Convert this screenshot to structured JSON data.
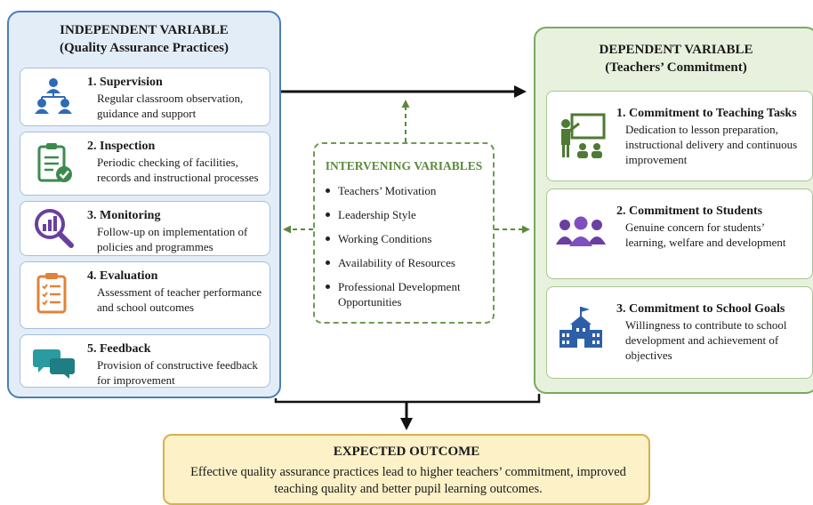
{
  "independent": {
    "title": "INDEPENDENT VARIABLE",
    "subtitle": "(Quality Assurance Practices)",
    "items": [
      {
        "title": "1. Supervision",
        "desc": "Regular classroom observation, guidance and support",
        "icon": "people-hierarchy-icon"
      },
      {
        "title": "2. Inspection",
        "desc": "Periodic checking of facilities, records and instructional processes",
        "icon": "clipboard-check-icon"
      },
      {
        "title": "3. Monitoring",
        "desc": "Follow-up on implementation of policies and programmes",
        "icon": "magnifier-chart-icon"
      },
      {
        "title": "4. Evaluation",
        "desc": "Assessment of teacher performance and school outcomes",
        "icon": "checklist-icon"
      },
      {
        "title": "5. Feedback",
        "desc": "Provision of constructive feedback for improvement",
        "icon": "speech-bubbles-icon"
      }
    ]
  },
  "dependent": {
    "title": "DEPENDENT VARIABLE",
    "subtitle": "(Teachers’ Commitment)",
    "items": [
      {
        "title": "1. Commitment to Teaching Tasks",
        "desc": "Dedication to lesson preparation, instructional delivery and continuous improvement",
        "icon": "teacher-board-icon"
      },
      {
        "title": "2. Commitment to Students",
        "desc": "Genuine concern for students’ learning, welfare and development",
        "icon": "students-group-icon"
      },
      {
        "title": "3. Commitment to School Goals",
        "desc": "Willingness to contribute to school development and achievement of objectives",
        "icon": "school-building-icon"
      }
    ]
  },
  "intervening": {
    "title": "INTERVENING VARIABLES",
    "items": [
      "Teachers’ Motivation",
      "Leadership Style",
      "Working Conditions",
      "Availability of Resources",
      "Professional Development Opportunities"
    ]
  },
  "outcome": {
    "title": "EXPECTED OUTCOME",
    "text": "Effective quality assurance practices lead to higher teachers’ commitment, improved teaching quality and better pupil learning outcomes."
  },
  "colors": {
    "independent_border": "#4a7ebb",
    "dependent_border": "#7aa860",
    "intervening_accent": "#5b8a3c",
    "outcome_border": "#d7b24c",
    "arrow": "#111111"
  }
}
